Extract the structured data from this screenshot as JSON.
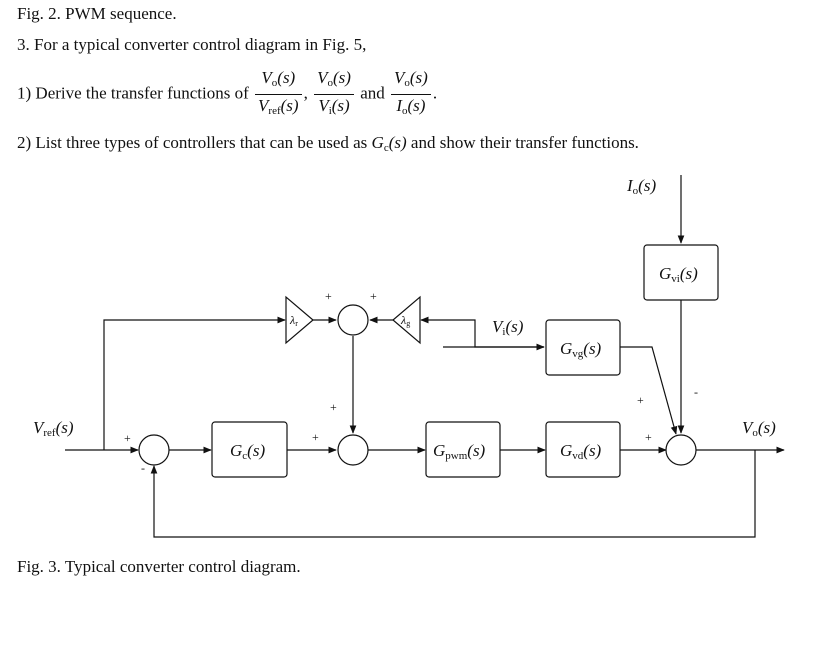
{
  "header": {
    "fig2_caption": "Fig. 2. PWM sequence.",
    "q3_text": "3. For a typical converter control diagram in Fig. 5,",
    "q1_prefix": "1) Derive the transfer functions of",
    "frac1": {
      "num": "V",
      "num_sub": "o",
      "num_tail": "(s)",
      "den": "V",
      "den_sub": "ref",
      "den_tail": "(s)"
    },
    "frac2": {
      "num": "V",
      "num_sub": "o",
      "num_tail": "(s)",
      "den": "V",
      "den_sub": "i",
      "den_tail": "(s)"
    },
    "sep_comma": ",",
    "and_text": "and",
    "frac3": {
      "num": "V",
      "num_sub": "o",
      "num_tail": "(s)",
      "den": "I",
      "den_sub": "o",
      "den_tail": "(s)"
    },
    "end_period": ".",
    "q2_pre": "2) List three types of controllers that can be used as ",
    "q2_g": "G",
    "q2_sub": "c",
    "q2_paren": "(s)",
    "q2_post": " and show their transfer functions."
  },
  "diagram": {
    "io_label": {
      "main": "I",
      "sub": "o",
      "tail": "(s)"
    },
    "vref_label": {
      "main": "V",
      "sub": "ref",
      "tail": "(s)"
    },
    "vo_label": {
      "main": "V",
      "sub": "o",
      "tail": "(s)"
    },
    "vi_label": {
      "main": "V",
      "sub": "i",
      "tail": "(s)"
    },
    "blocks": {
      "gc": {
        "main": "G",
        "sub": "c",
        "tail": "(s)"
      },
      "gpwm": {
        "main": "G",
        "sub": "pwm",
        "tail": "(s)"
      },
      "gvd": {
        "main": "G",
        "sub": "vd",
        "tail": "(s)"
      },
      "gvg": {
        "main": "G",
        "sub": "vg",
        "tail": "(s)"
      },
      "gvi": {
        "main": "G",
        "sub": "vi",
        "tail": "(s)"
      }
    },
    "gains": {
      "lambda_r": {
        "main": "λ",
        "sub": "r"
      },
      "lambda_g": {
        "main": "λ",
        "sub": "g"
      }
    },
    "signs": {
      "s1_plus": "+",
      "s1_minus": "-",
      "s2_plus_top": "+",
      "s2_plus_left": "+",
      "s3_plus_left": "+",
      "s3_plus_right": "+",
      "s4_plus_left": "+",
      "s4_plus_vg": "+",
      "s4_minus_vi": "-"
    }
  },
  "footer": {
    "fig3_caption": "Fig. 3. Typical converter control diagram."
  }
}
